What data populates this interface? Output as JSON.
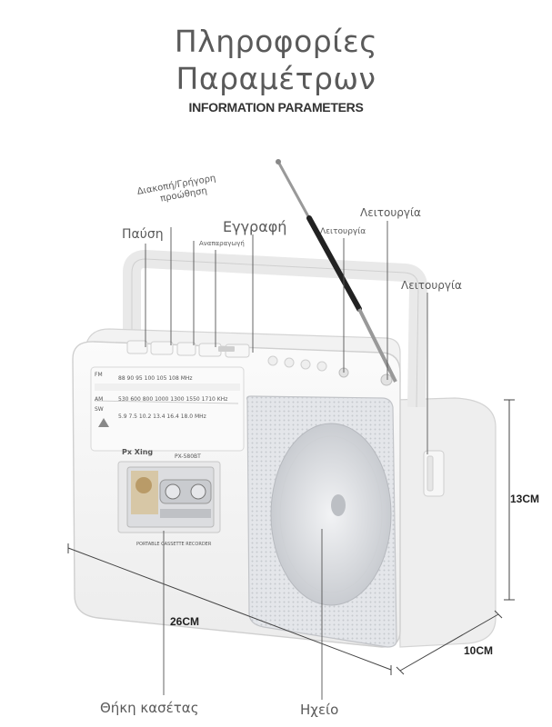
{
  "header": {
    "title_line1": "Πληροφορίες",
    "title_line2": "Παραμέτρων",
    "subtitle": "INFORMATION PARAMETERS"
  },
  "callouts": {
    "stop_fast_forward_line1": "Διακοπή/Γρήγορη",
    "stop_fast_forward_line2": "προώθηση",
    "pause": "Παύση",
    "playback": "Αναπαραγωγή",
    "record": "Εγγραφή",
    "function_small": "Λειτουργία",
    "function_top": "Λειτουργία",
    "function_side": "Λειτουργία",
    "cassette_holder": "Θήκη κασέτας",
    "speaker": "Ηχείο"
  },
  "dimensions": {
    "height": "13CM",
    "length": "26CM",
    "depth": "10CM"
  },
  "radio_panel": {
    "fm_label": "FM",
    "fm_scale": [
      "88",
      "90",
      "95",
      "100",
      "105",
      "108",
      "MHz"
    ],
    "am_label": "AM",
    "am_scale": [
      "530",
      "600",
      "800",
      "1000",
      "1300",
      "1550",
      "1710",
      "KHz"
    ],
    "sw_label": "SW",
    "sw_scale": [
      "5.9",
      "7.5",
      "10.2",
      "13.4",
      "16.4",
      "18.0",
      "MHz"
    ],
    "brand": "Px Xing",
    "model": "PX-580BT",
    "cassette_caption": "PORTABLE CASSETTE RECORDER"
  },
  "colors": {
    "body": "#f4f4f4",
    "outline": "#d0d0d0",
    "antenna": "#222222",
    "text": "#5a5a5a"
  }
}
